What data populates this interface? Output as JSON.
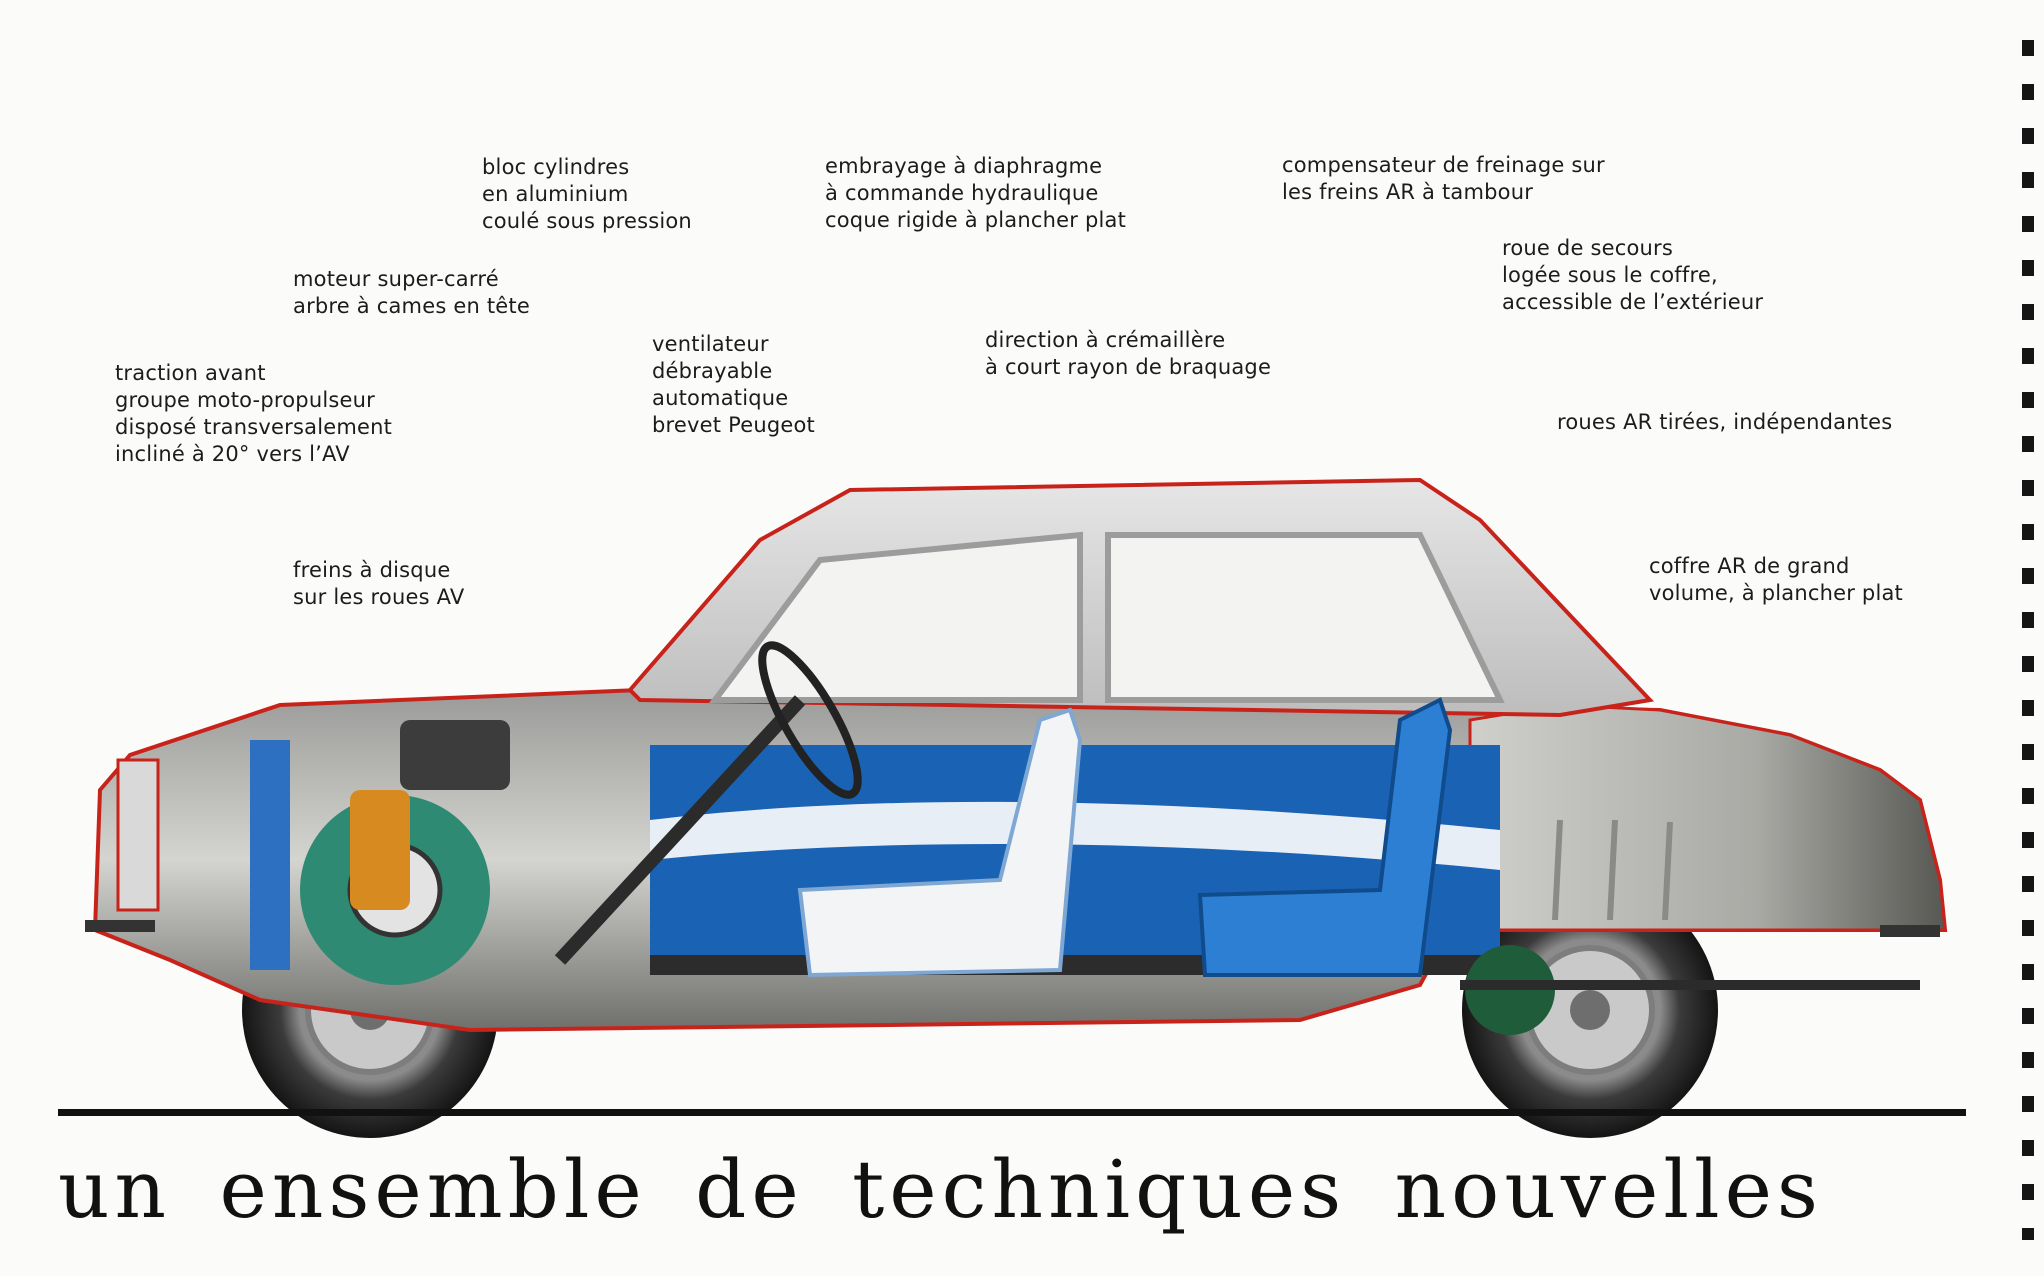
{
  "labels": {
    "bloc": [
      "bloc cylindres",
      "en aluminium",
      "coulé sous pression"
    ],
    "embrayage": [
      "embrayage à diaphragme",
      "à commande hydraulique",
      "coque rigide à plancher plat"
    ],
    "compensateur": [
      "compensateur de freinage sur",
      "les freins AR à tambour"
    ],
    "roue_secours": [
      "roue de secours",
      "logée sous le coffre,",
      "accessible de l’extérieur"
    ],
    "moteur": [
      "moteur super-carré",
      "arbre à cames en tête"
    ],
    "ventilateur": [
      "ventilateur",
      "débrayable",
      "automatique",
      "brevet Peugeot"
    ],
    "direction": [
      "direction à crémaillère",
      "à court rayon de braquage"
    ],
    "traction": [
      "traction avant",
      "groupe moto-propulseur",
      "disposé transversalement",
      "incliné à 20° vers l’AV"
    ],
    "roues_ar": [
      "roues AR tirées, indépendantes"
    ],
    "freins": [
      "freins à disque",
      "sur les roues AV"
    ],
    "coffre": [
      "coffre AR de grand",
      "volume, à plancher plat"
    ]
  },
  "headline": "un ensemble de techniques nouvelles",
  "colors": {
    "body_outline": "#c8231b",
    "upholstery_blue": "#1a63b4",
    "engine_green": "#2e8a72",
    "roof_grey": "#d9d9d9"
  }
}
